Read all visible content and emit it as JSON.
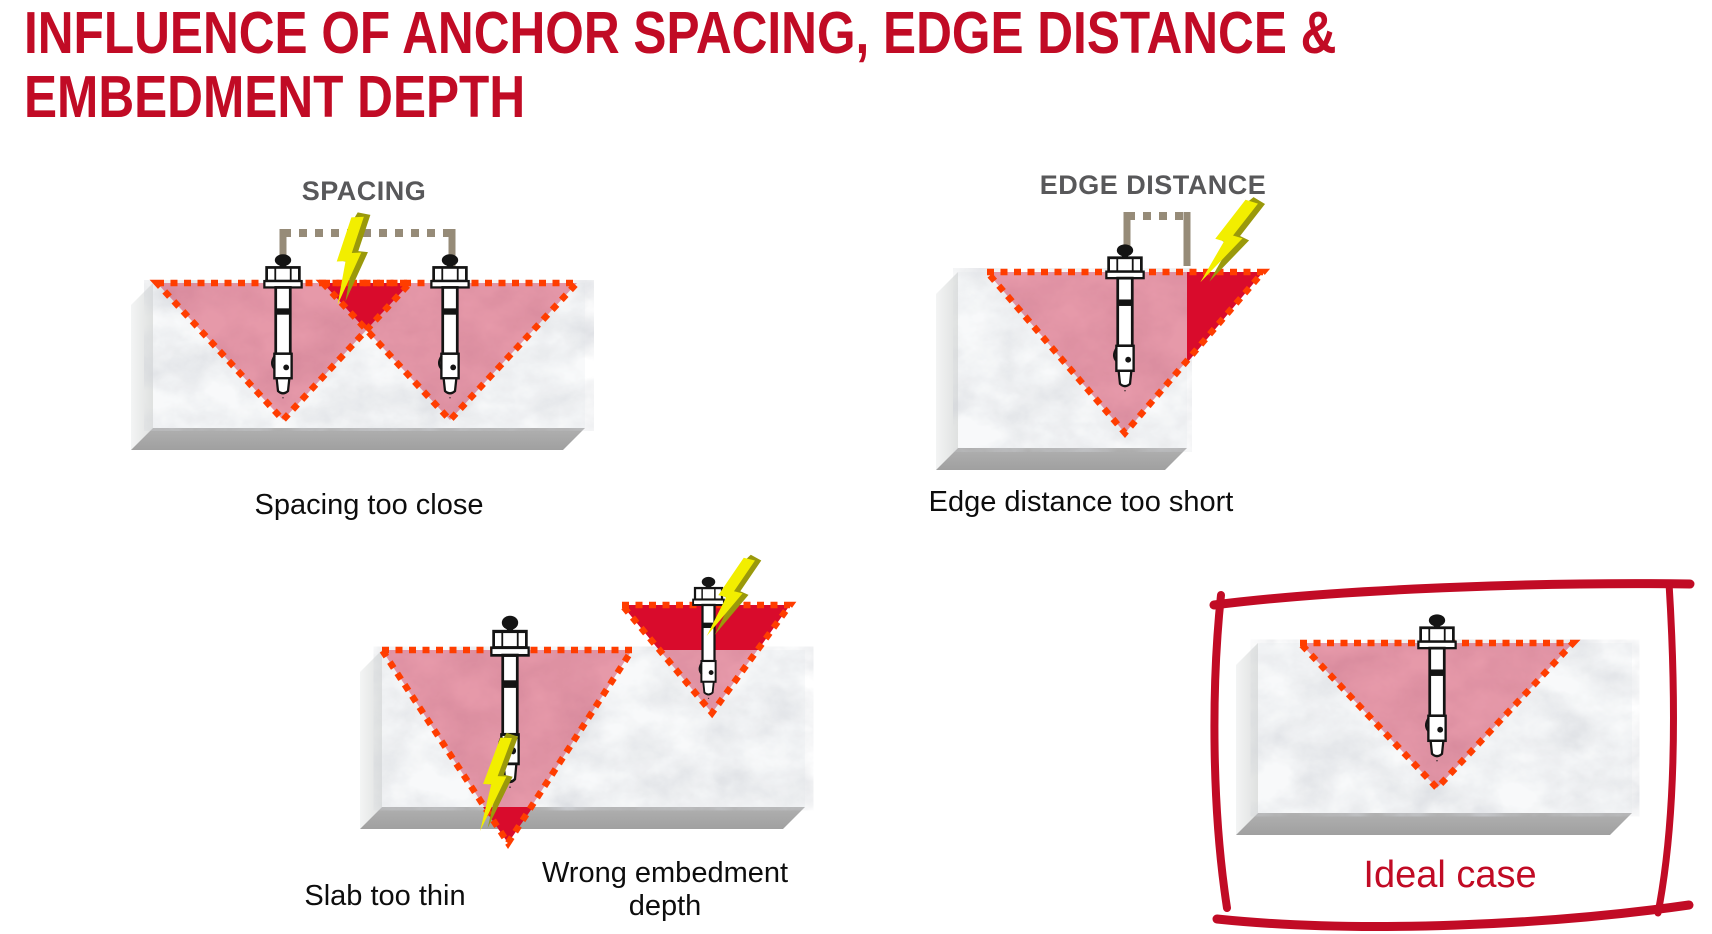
{
  "title": {
    "line1": "INFLUENCE OF ANCHOR SPACING, EDGE DISTANCE &",
    "line2": "EMBEDMENT DEPTH"
  },
  "labels": {
    "spacing": "SPACING",
    "edge_distance": "EDGE DISTANCE"
  },
  "captions": {
    "spacing": "Spacing too close",
    "edge_distance": "Edge distance too short",
    "slab": "Slab too thin",
    "embedment_line1": "Wrong embedment",
    "embedment_line2": "depth",
    "ideal": "Ideal case"
  },
  "icons": {
    "anchor": "anchor-icon",
    "lightning": "lightning-icon",
    "bracket": "dimension-bracket-icon",
    "frame": "hand-drawn-frame"
  },
  "colors": {
    "brand_red": "#c10b25",
    "cone_outline_orange": "#ff3d00",
    "cone_fill_pink": "rgba(208,30,66,0.44)",
    "overload_red": "#d90b2c",
    "label_gray": "#58585a",
    "bracket_tan": "#968b78",
    "bolt_yellow": "#f2ee00",
    "bolt_olive": "#9a990b",
    "concrete_side_gray": "#e9ebea",
    "concrete_bottom_gray": "#a9a9a9"
  }
}
